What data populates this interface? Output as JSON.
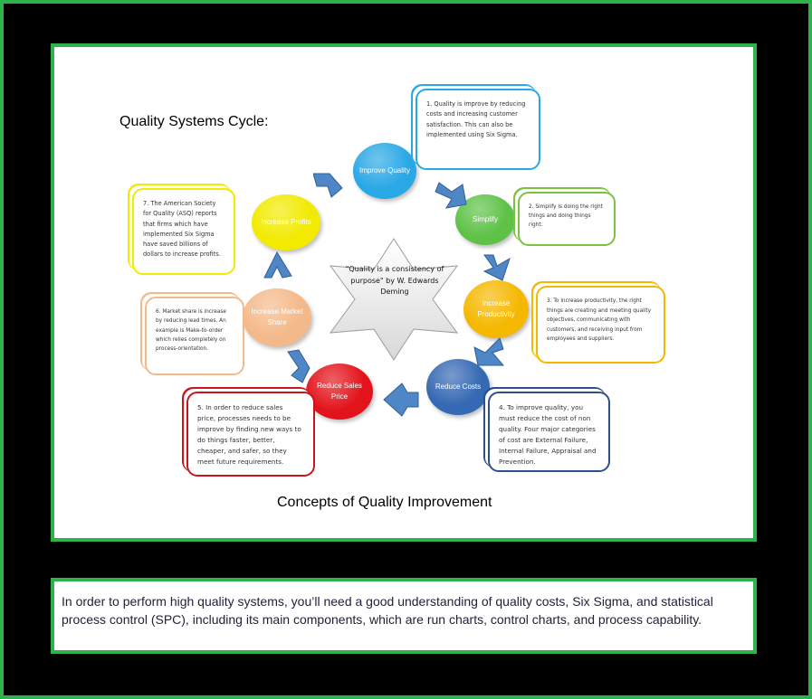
{
  "diagram": {
    "title": "Quality Systems Cycle:",
    "caption": "Concepts of Quality Improvement",
    "center_quote": "\"Quality is a consistency of purpose\" by W. Edwards Deming",
    "nodes": [
      {
        "label": "Improve Quality",
        "color": "#29a8e6"
      },
      {
        "label": "Simplify",
        "color": "#5ec247"
      },
      {
        "label": "Increase Productivity",
        "color": "#f5b800"
      },
      {
        "label": "Reduce Costs",
        "color": "#3569b3"
      },
      {
        "label": "Reduce Sales Price",
        "color": "#e3131b"
      },
      {
        "label": "Increase Market Share",
        "color": "#f4b98a"
      },
      {
        "label": "Increase Profits",
        "color": "#f2ea00"
      }
    ],
    "notes": [
      {
        "text": "1. Quality is improve by reducing costs and increasing customer satisfaction. This can also be implemented using Six Sigma.",
        "color": "#29a8e6"
      },
      {
        "text": "2. Simplify is doing the right things and doing things right.",
        "color": "#7cc242"
      },
      {
        "text": "3. To increase productivity, the right things are creating and meeting quality objectives, communicating with customers, and receiving input from employees and suppliers.",
        "color": "#f5b800"
      },
      {
        "text": "4. To improve quality, you must reduce the cost of non quality. Four major categories of cost are External Failure, Internal Failure, Appraisal and Prevention.",
        "color": "#2e4f8f"
      },
      {
        "text": "5. In order to reduce sales price, processes needs to be improve by finding new ways to do things faster, better, cheaper, and safer, so they meet future requirements.",
        "color": "#c8151b"
      },
      {
        "text": "6. Market share is increase by reducing lead times. An example is Make-to-order which relies completely on process-orientation.",
        "color": "#f4b98a"
      },
      {
        "text": "7. The American Society for Quality (ASQ) reports that firms which have implemented Six Sigma have saved billions of dollars to increase profits.",
        "color": "#f2ea00"
      }
    ],
    "arrow_color": "#4e86c6"
  },
  "summary": "In order to perform high quality systems, you’ll need a good understanding of quality costs, Six Sigma, and statistical process control (SPC), including its main components, which are run charts, control charts, and process capability."
}
